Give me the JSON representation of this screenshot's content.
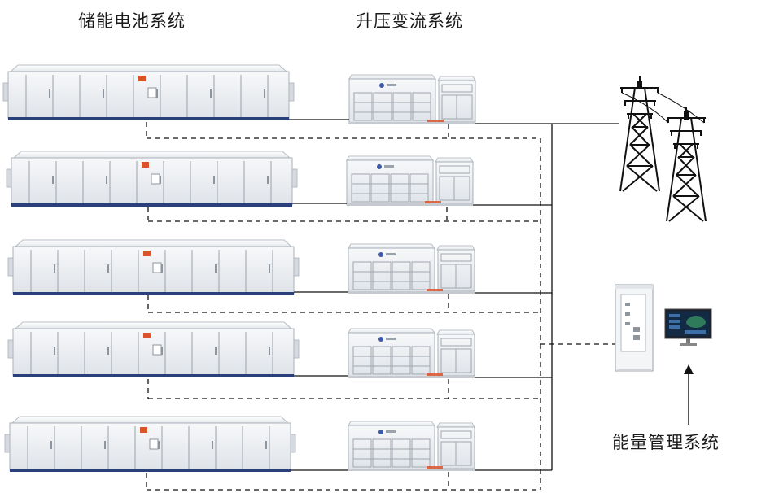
{
  "labels": {
    "battery_system": "储能电池系统",
    "boost_converter_system": "升压变流系统",
    "energy_management_system": "能量管理系统"
  },
  "colors": {
    "container_body": "#eceef1",
    "container_door_line": "#9aa2ab",
    "container_base": "#2b3f7a",
    "warning_label": "#d9542a",
    "line": "#111111"
  }
}
